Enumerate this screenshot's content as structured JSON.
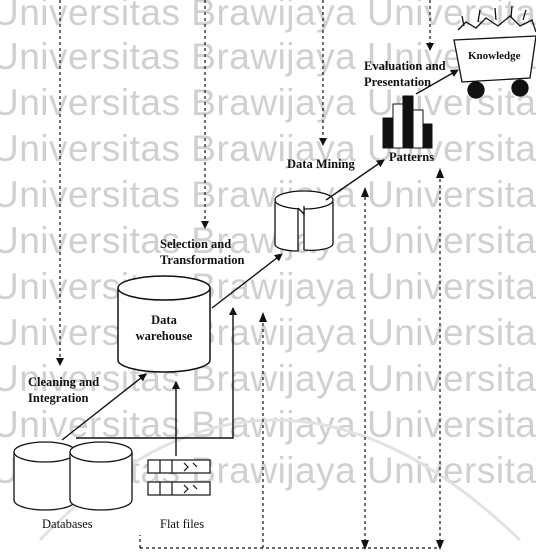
{
  "watermark": {
    "rows": [
      "Universitas Brawijaya  Universitas B",
      "Universitas Brawijaya  Universitas B",
      "Universitas Brawijaya  Universitas B",
      "Universitas Brawijaya  Universitas B",
      "Universitas Brawijaya  Universitas B",
      "Universitas Brawijaya  Universitas B",
      "Universitas Brawijaya  Universitas B",
      "Universitas Brawijaya  Universitas B",
      "Universitas Brawijaya  Universitas B",
      "Universitas Brawijaya  Universitas B",
      "Universitas Brawijaya  Universitas B"
    ],
    "color": "#d0d0d0"
  },
  "labels": {
    "cleaning_line1": "Cleaning and",
    "cleaning_line2": "Integration",
    "selection_line1": "Selection and",
    "selection_line2": "Transformation",
    "data_mining": "Data Mining",
    "evaluation_line1": "Evaluation and",
    "evaluation_line2": "Presentation",
    "patterns": "Patterns",
    "knowledge": "Knowledge",
    "warehouse_line1": "Data",
    "warehouse_line2": "warehouse",
    "databases": "Databases",
    "flat_files": "Flat files"
  },
  "colors": {
    "ink": "#111111",
    "watermark": "#d0d0d0",
    "background": "#ffffff"
  }
}
